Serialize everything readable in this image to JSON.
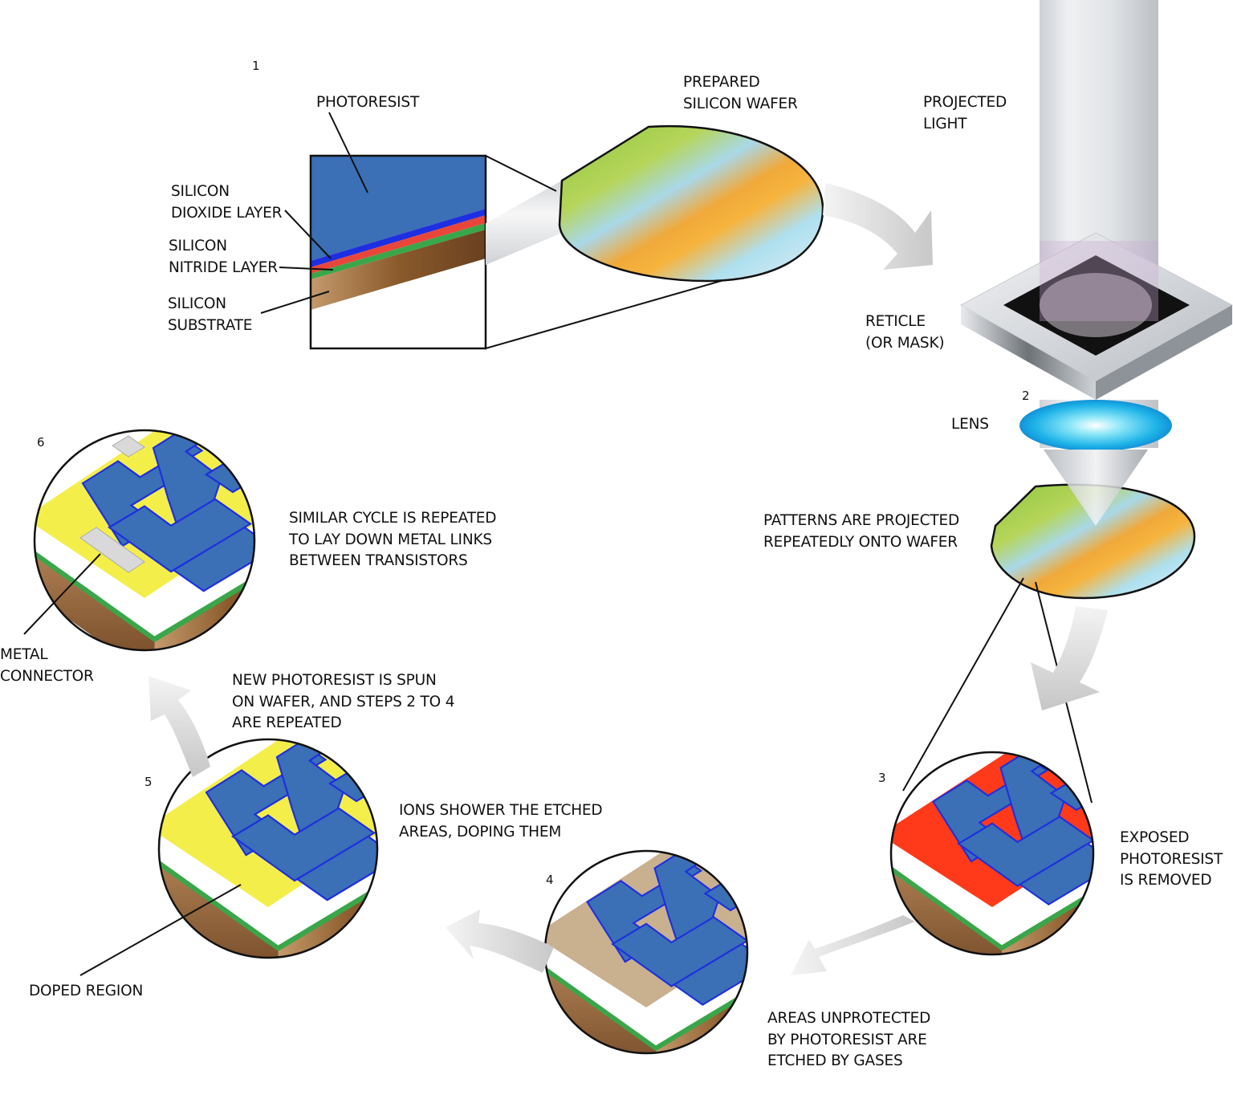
{
  "steps": [
    "1",
    "2",
    "3",
    "4",
    "5",
    "6"
  ],
  "labels": {
    "photoresist": "PHOTORESIST",
    "silicon_dioxide": "SILICON\nDIOXIDE LAYER",
    "silicon_nitride": "SILICON\nNITRIDE LAYER",
    "silicon_substrate": "SILICON\nSUBSTRATE",
    "prepared_wafer": "PREPARED\nSILICON WAFER",
    "projected_light": "PROJECTED\nLIGHT",
    "reticle": "RETICLE\n(OR MASK)",
    "lens": "LENS",
    "patterns_projected": "PATTERNS ARE PROJECTED\nREPEATEDLY ONTO WAFER",
    "exposed_removed": "EXPOSED\nPHOTORESIST\nIS REMOVED",
    "areas_etched": "AREAS UNPROTECTED\nBY PHOTORESIST ARE\nETCHED BY GASES",
    "ions_shower": "IONS SHOWER THE ETCHED\nAREAS, DOPING THEM",
    "doped_region": "DOPED REGION",
    "new_photoresist": "NEW PHOTORESIST IS SPUN\nON WAFER, AND STEPS 2 TO 4\nARE REPEATED",
    "metal_connector": "METAL\nCONNECTOR",
    "similar_cycle": "SIMILAR CYCLE IS REPEATED\nTO LAY DOWN METAL LINKS\nBETWEEN TRANSISTORS"
  },
  "colors": {
    "photoresist": "#3b6fb6",
    "silicon_dioxide": "#1d2fe0",
    "silicon_nitride": "#e8463a",
    "green_layer": "#3aa64a",
    "substrate": "#c49a6c",
    "exposed": "#ff3a1a",
    "doped": "#f4ee4a",
    "etched": "#c9b08f",
    "metal": "#d9d9d9",
    "arrow": "#d8d8d8"
  }
}
